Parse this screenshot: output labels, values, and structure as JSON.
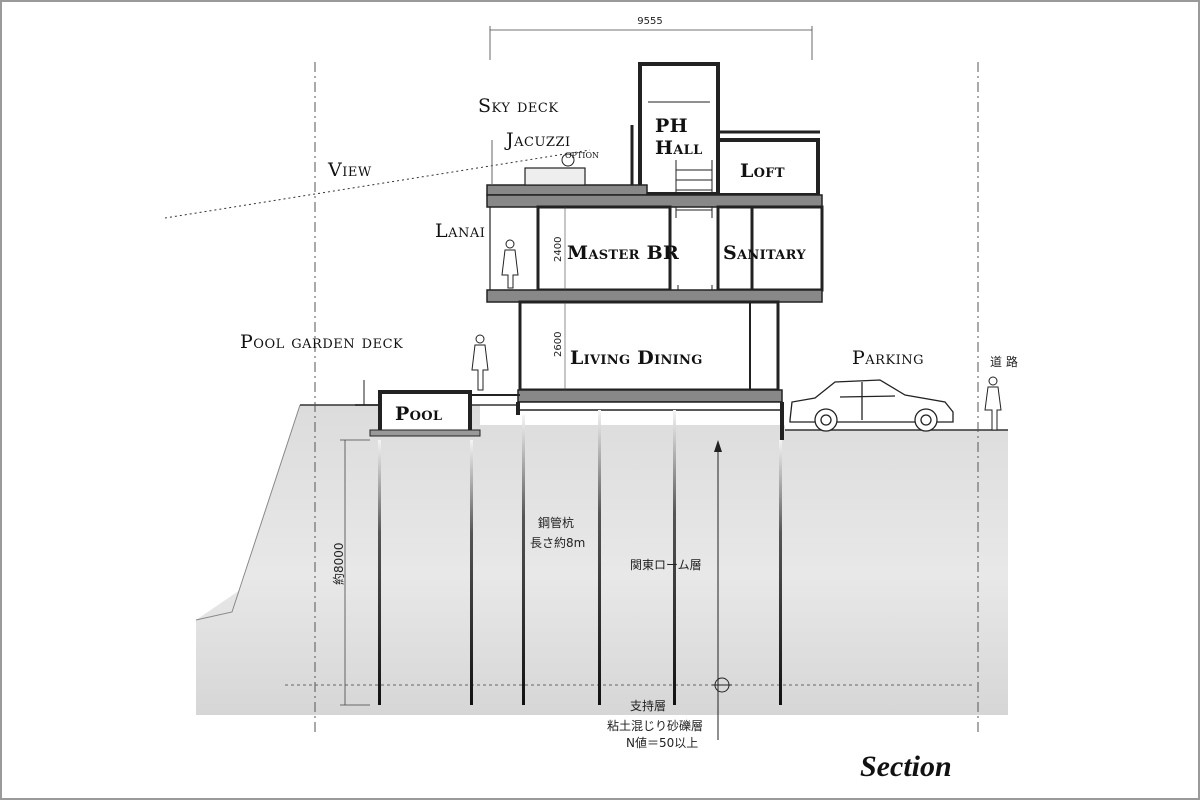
{
  "title": "Section",
  "dimensions": {
    "overall_width": "9555",
    "floor_height_upper": "2400",
    "floor_height_lower": "2600",
    "pile_depth": "約8000"
  },
  "labels": {
    "sky_deck": "Sky deck",
    "jacuzzi": "Jacuzzi",
    "option": "option",
    "view": "View",
    "ph_hall_1": "PH",
    "ph_hall_2": "Hall",
    "loft": "Loft",
    "lanai": "Lanai",
    "master_br": "Master BR",
    "sanitary": "Sanitary",
    "pool_garden_deck": "Pool garden deck",
    "living_dining": "Living Dining",
    "parking": "Parking",
    "road": "道 路",
    "pool": "Pool"
  },
  "ground_notes": {
    "steel_pile_1": "鋼管杭",
    "steel_pile_2": "長さ約8m",
    "kanto_loam": "関東ローム層",
    "bearing_1": "支持層",
    "bearing_2": "粘土混じり砂礫層",
    "bearing_3": "N値＝50以上"
  }
}
